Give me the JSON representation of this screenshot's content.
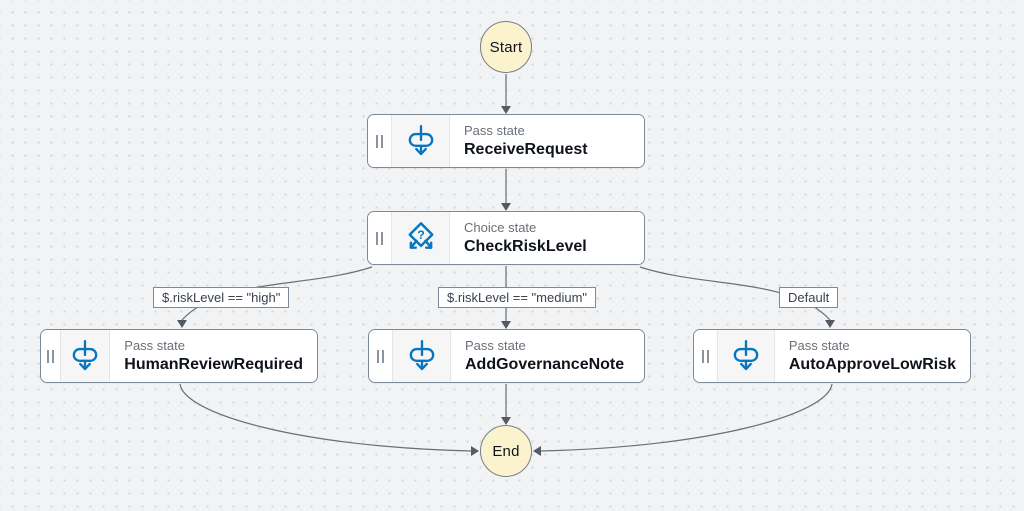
{
  "canvas": {
    "start_label": "Start",
    "end_label": "End"
  },
  "nodes": [
    {
      "id": "ReceiveRequest",
      "type_label": "Pass state",
      "name": "ReceiveRequest",
      "icon": "pass-icon"
    },
    {
      "id": "CheckRiskLevel",
      "type_label": "Choice state",
      "name": "CheckRiskLevel",
      "icon": "choice-icon"
    },
    {
      "id": "HumanReviewRequired",
      "type_label": "Pass state",
      "name": "HumanReviewRequired",
      "icon": "pass-icon"
    },
    {
      "id": "AddGovernanceNote",
      "type_label": "Pass state",
      "name": "AddGovernanceNote",
      "icon": "pass-icon"
    },
    {
      "id": "AutoApproveLowRisk",
      "type_label": "Pass state",
      "name": "AutoApproveLowRisk",
      "icon": "pass-icon"
    }
  ],
  "edge_labels": [
    {
      "text": "$.riskLevel == \"high\""
    },
    {
      "text": "$.riskLevel == \"medium\""
    },
    {
      "text": "Default"
    }
  ],
  "icons": {
    "choice_glyph": "?"
  },
  "colors": {
    "icon_blue": "#0876be",
    "node_border": "#7d8998",
    "edge_line": "#697077",
    "arrow_fill": "#545b64",
    "terminal_fill": "#fbf3ce",
    "canvas_bg": "#f2f3f4"
  }
}
